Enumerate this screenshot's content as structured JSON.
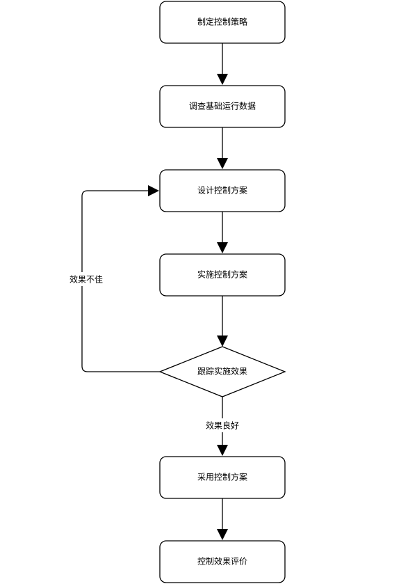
{
  "nodes": {
    "formulate_strategy": "制定控制策略",
    "survey_data": "调查基础运行数据",
    "design_plan": "设计控制方案",
    "implement_plan": "实施控制方案",
    "track_effect": "跟踪实施效果",
    "adopt_plan": "采用控制方案",
    "evaluate_effect": "控制效果评价"
  },
  "edges": {
    "poor_result": "效果不佳",
    "good_result": "效果良好"
  },
  "colors": {
    "stroke": "#000000",
    "fill": "#ffffff",
    "background": "#ffffff"
  }
}
